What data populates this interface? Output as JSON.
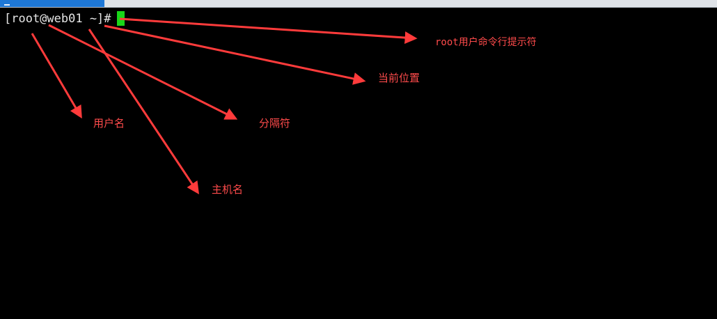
{
  "terminal": {
    "prompt": "[root@web01 ~]#",
    "cursor_color": "#19d619"
  },
  "annotations": {
    "prompt_symbol": "root用户命令行提示符",
    "current_location": "当前位置",
    "username": "用户名",
    "separator": "分隔符",
    "hostname": "主机名",
    "color": "#ff4b4b"
  },
  "tabbar": {
    "accent": "#1e78d7"
  }
}
